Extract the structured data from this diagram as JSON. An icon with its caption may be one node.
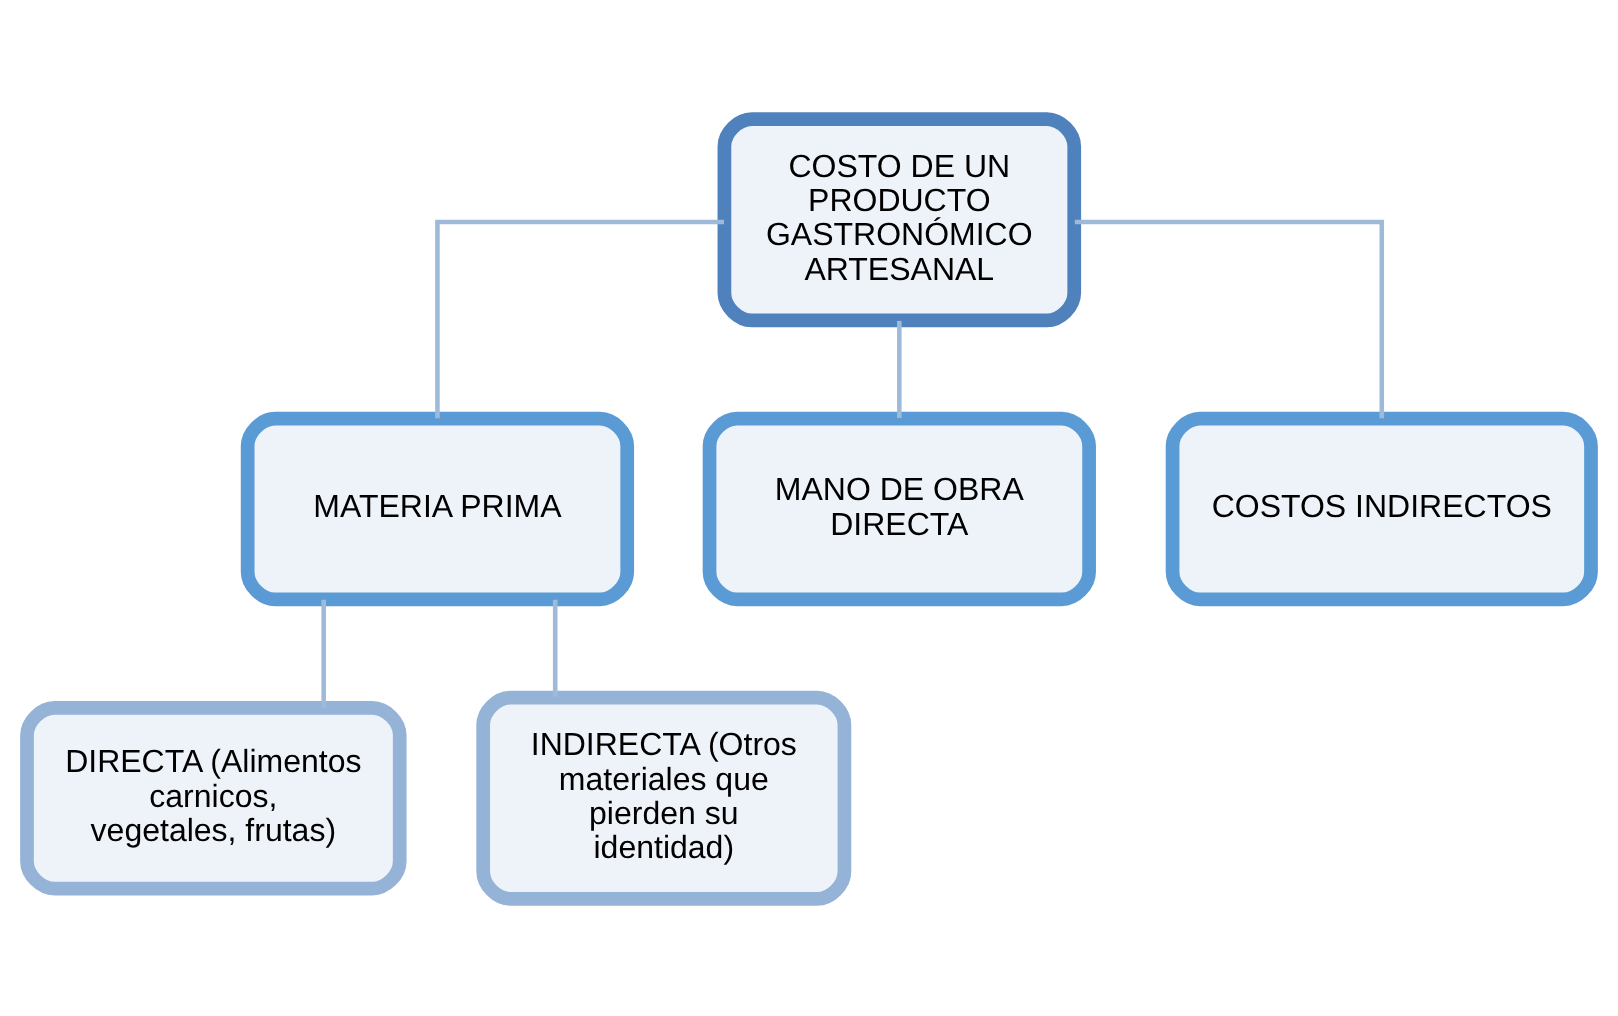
{
  "diagram": {
    "nodes": [
      {
        "text": [
          "COSTO DE UN PRODUCTO GASTRONÓMICO ARTESANAL"
        ]
      },
      {
        "text": [
          "MATERIA PRIMA"
        ]
      },
      {
        "text": [
          "MANO DE OBRA DIRECTA"
        ]
      },
      {
        "text": [
          "COSTOS INDIRECTOS"
        ]
      },
      {
        "text": [
          "DIRECTA (Alimentos carnicos, vegetales, frutas)"
        ]
      },
      {
        "text": [
          "INDIRECTA (Otros materiales que pierden su identidad)"
        ]
      }
    ],
    "edges": [
      {
        "from": 0,
        "to": 1,
        "arrow": "none"
      },
      {
        "from": 0,
        "to": 2,
        "arrow": "none"
      },
      {
        "from": 0,
        "to": 3,
        "arrow": "none"
      },
      {
        "from": 1,
        "to": 4,
        "arrow": "none"
      },
      {
        "from": 1,
        "to": 5,
        "arrow": "none"
      }
    ]
  }
}
